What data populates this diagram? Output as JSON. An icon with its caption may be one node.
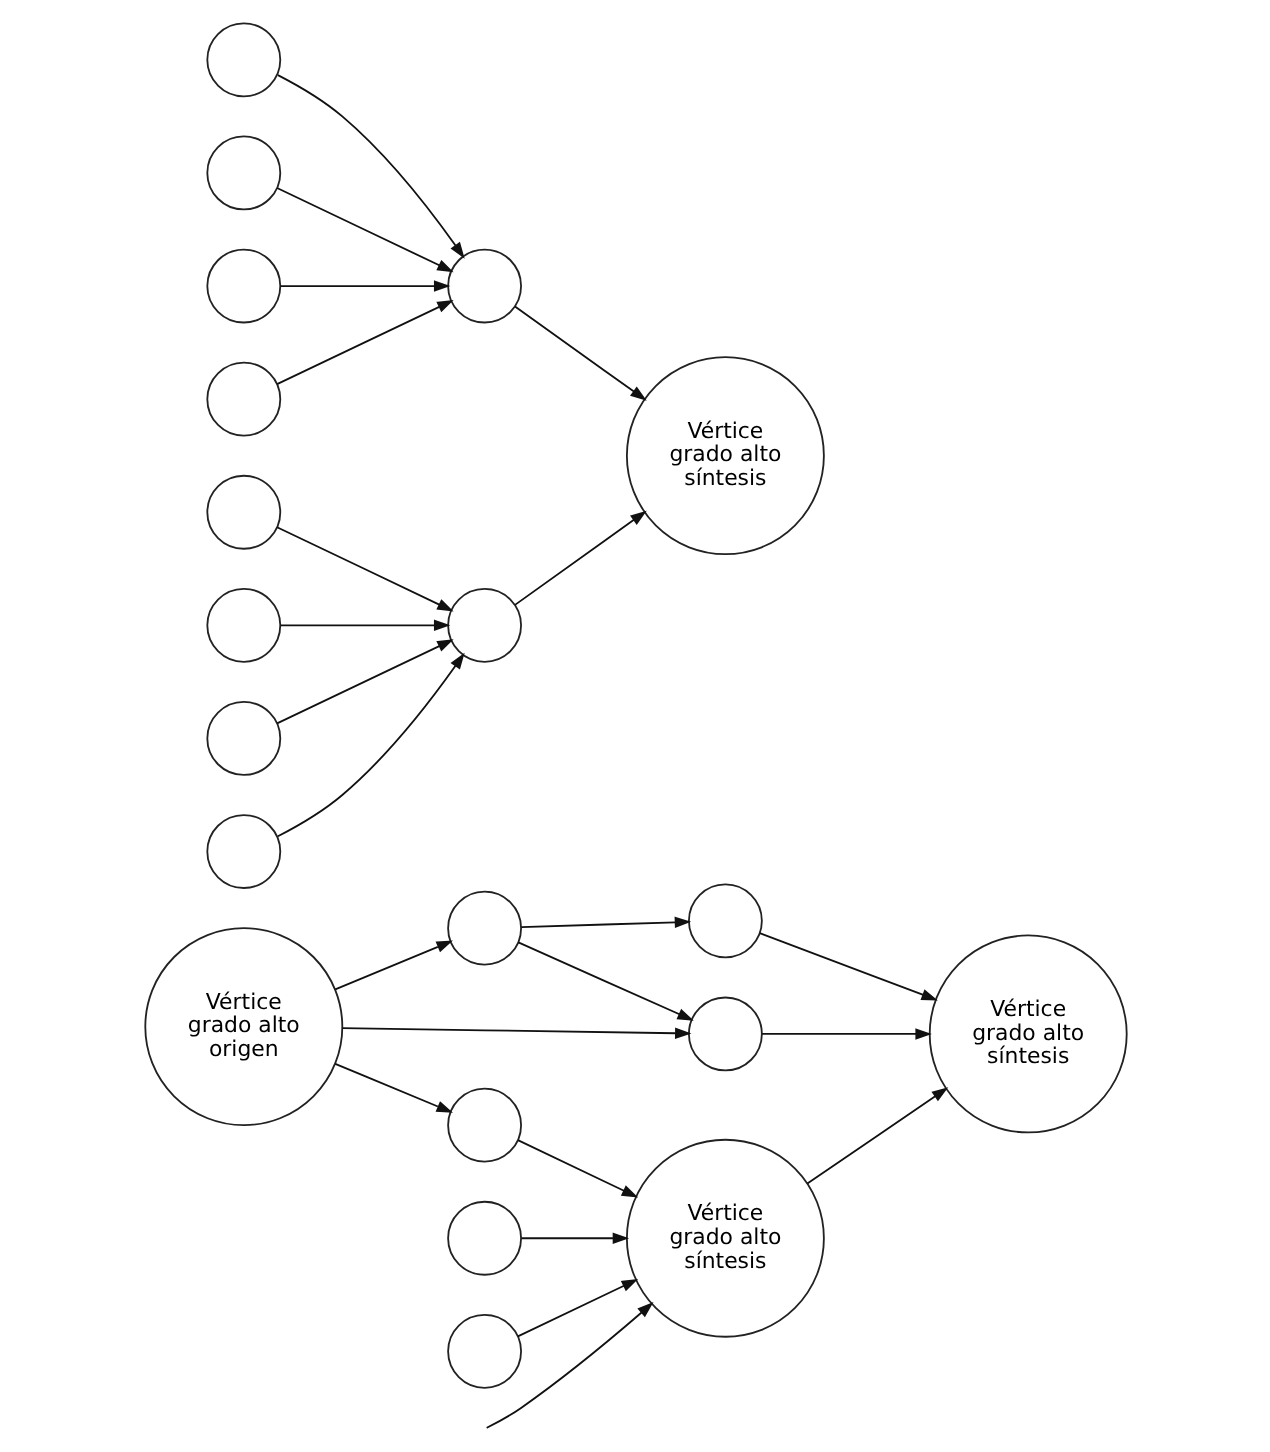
{
  "diagram": {
    "nodes": [
      {
        "text": [],
        "shape": "circle"
      },
      {
        "text": [],
        "shape": "circle"
      },
      {
        "text": [
          "Vértice grado alto origen"
        ]
      },
      {
        "text": [],
        "shape": "circle"
      },
      {
        "text": [
          "Vértice grado alto síntesis"
        ]
      },
      {
        "text": [],
        "shape": "circle"
      },
      {
        "text": [
          "Vértice grado alto síntesis"
        ]
      },
      {
        "text": [],
        "shape": "circle"
      },
      {
        "text": [],
        "shape": "circle"
      },
      {
        "text": [
          "Vértice grado alto síntesis"
        ]
      },
      {
        "text": [],
        "shape": "circle"
      },
      {
        "text": [],
        "shape": "circle"
      },
      {
        "text": [],
        "shape": "circle"
      },
      {
        "text": [],
        "shape": "circle"
      },
      {
        "text": [],
        "shape": "circle"
      },
      {
        "text": [],
        "shape": "circle"
      },
      {
        "text": [],
        "shape": "circle"
      },
      {
        "text": [],
        "shape": "circle"
      },
      {
        "text": [],
        "shape": "circle"
      },
      {
        "text": [],
        "shape": "circle"
      }
    ],
    "edges": [
      {
        "from": 2,
        "to": 0,
        "arrow": "to"
      },
      {
        "from": 0,
        "to": 1,
        "arrow": "to"
      },
      {
        "from": 0,
        "to": 3,
        "arrow": "to"
      },
      {
        "from": 2,
        "to": 3,
        "arrow": "to"
      },
      {
        "from": 2,
        "to": 5,
        "arrow": "to"
      },
      {
        "from": 1,
        "to": 4,
        "arrow": "to"
      },
      {
        "from": 3,
        "to": 4,
        "arrow": "to"
      },
      {
        "from": 5,
        "to": 6,
        "arrow": "to"
      },
      {
        "from": 7,
        "to": 6,
        "arrow": "to"
      },
      {
        "from": 8,
        "to": 6,
        "arrow": "to"
      },
      {
        "from": null,
        "to": 6,
        "arrow": "to"
      },
      {
        "from": 6,
        "to": 4,
        "arrow": "to"
      },
      {
        "from": 10,
        "to": 9,
        "arrow": "to"
      },
      {
        "from": 11,
        "to": 9,
        "arrow": "to"
      },
      {
        "from": 12,
        "to": 10,
        "arrow": "to"
      },
      {
        "from": 13,
        "to": 10,
        "arrow": "to"
      },
      {
        "from": 14,
        "to": 10,
        "arrow": "to"
      },
      {
        "from": 15,
        "to": 10,
        "arrow": "to"
      },
      {
        "from": 16,
        "to": 11,
        "arrow": "to"
      },
      {
        "from": 17,
        "to": 11,
        "arrow": "to"
      },
      {
        "from": 18,
        "to": 11,
        "arrow": "to"
      },
      {
        "from": 19,
        "to": 11,
        "arrow": "to"
      }
    ]
  }
}
